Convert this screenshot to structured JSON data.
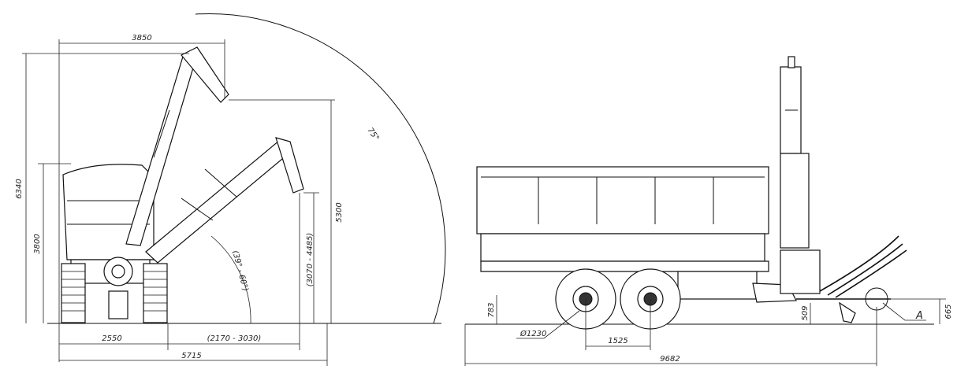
{
  "front_view": {
    "dim_top_width": "3850",
    "dim_total_height": "6340",
    "dim_body_height": "3800",
    "dim_angle_max": "75°",
    "dim_spout_height": "5300",
    "dim_spout_height_range": "(3070 - 4485)",
    "dim_angle_range": "(39° - 60°)",
    "dim_half_width": "2550",
    "dim_reach_range": "(2170 - 3030)",
    "dim_total_reach": "5715"
  },
  "side_view": {
    "dim_ground_clearance": "783",
    "dim_wheel_diameter": "Ø1230",
    "dim_axle_spacing": "1525",
    "dim_total_length": "9682",
    "dim_hitch_low": "509",
    "dim_hitch_height": "665",
    "detail_callout": "A"
  }
}
